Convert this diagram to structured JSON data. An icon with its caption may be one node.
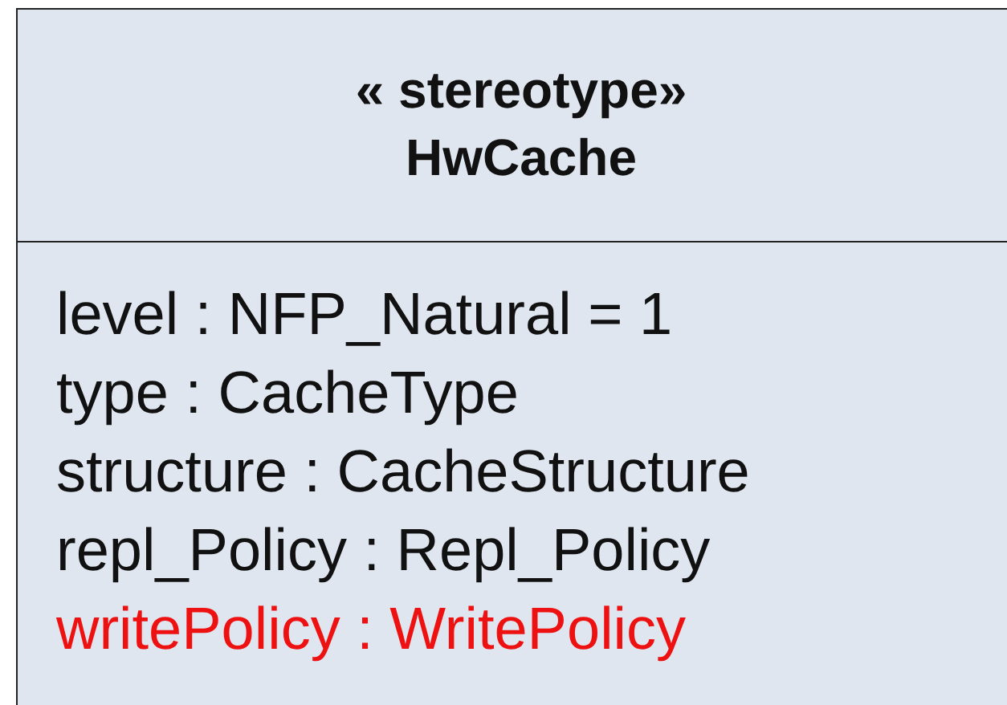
{
  "diagram": {
    "nodes": [
      {
        "text": [
          "« stereotype»",
          "HwCache",
          "level : NFP_Natural = 1",
          "type : CacheType",
          "structure : CacheStructure",
          "repl_Policy : Repl_Policy",
          "writePolicy : WritePolicy"
        ]
      }
    ]
  }
}
